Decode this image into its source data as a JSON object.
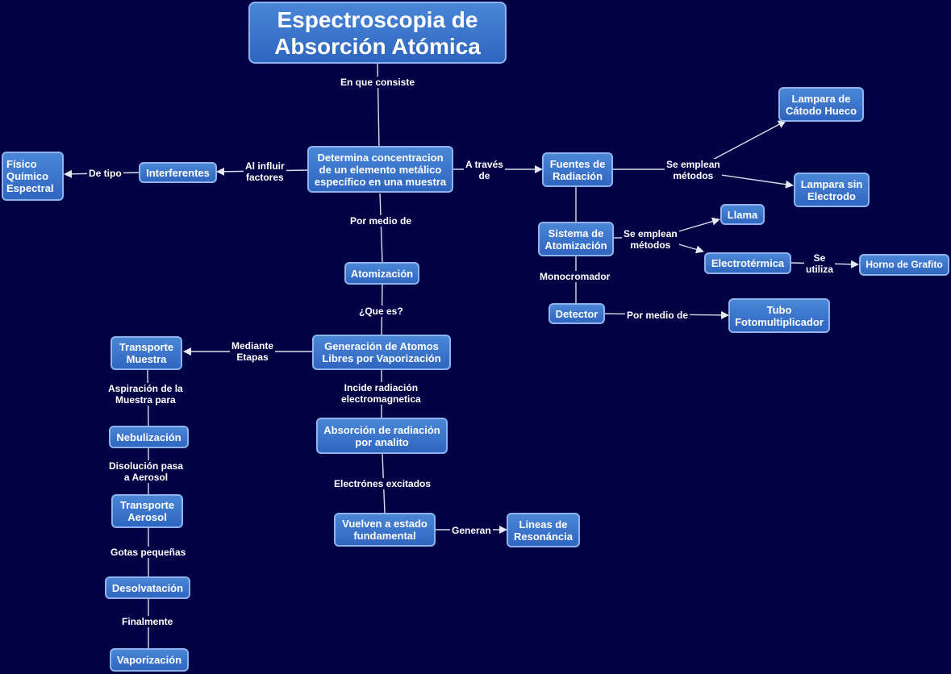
{
  "title": "Espectroscopia de\nAbsorción Atómica",
  "nodes": {
    "determina": "Determina concentracion\nde un elemento metálico\nespecífico en una muestra",
    "interferentes": "Interferentes",
    "fisico": "Físico\nQuímico\nEspectral",
    "fuentes": "Fuentes de\nRadiación",
    "lampara_catodo": "Lampara de\nCátodo Hueco",
    "lampara_sin": "Lampara sin\nElectrodo",
    "sistema": "Sistema de\nAtomización",
    "llama": "Llama",
    "electrotermica": "Electrotérmica",
    "horno": "Horno de Grafito",
    "detector": "Detector",
    "tubo": "Tubo\nFotomultiplicador",
    "atomizacion": "Atomización",
    "generacion": "Generación de Atomos\nLibres por Vaporización",
    "transporte_muestra": "Transporte\nMuestra",
    "nebulizacion": "Nebulización",
    "transporte_aerosol": "Transporte\nAerosol",
    "desolvatacion": "Desolvatación",
    "vaporizacion": "Vaporización",
    "absorcion": "Absorción de radiación\npor analito",
    "vuelven": "Vuelven a estado\nfundamental",
    "lineas": "Lineas de\nResonáncia"
  },
  "labels": {
    "en_que_consiste": "En que consiste",
    "al_influir": "Al influir\nfactores",
    "de_tipo": "De tipo",
    "a_traves": "A través\nde",
    "se_emplean_1": "Se emplean\nmétodos",
    "se_emplean_2": "Se emplean\nmétodos",
    "se_utiliza": "Se\nutiliza",
    "monocromador": "Monocromador",
    "por_medio_de_detector": "Por medio de",
    "por_medio_de": "Por medio de",
    "que_es": "¿Que es?",
    "mediante_etapas": "Mediante\nEtapas",
    "aspiracion": "Aspiración de la\nMuestra para",
    "disolucion": "Disolución pasa\na Aerosol",
    "gotas": "Gotas pequeñas",
    "finalmente": "Finalmente",
    "incide": "Incide radiación\nelectromagnetica",
    "electrones": "Electrónes excitados",
    "generan": "Generan"
  },
  "colors": {
    "background": "#010345",
    "node": "#3a74cc",
    "node_border": "#8fb3ee",
    "line": "#d8dce8",
    "text": "#ffffff"
  }
}
